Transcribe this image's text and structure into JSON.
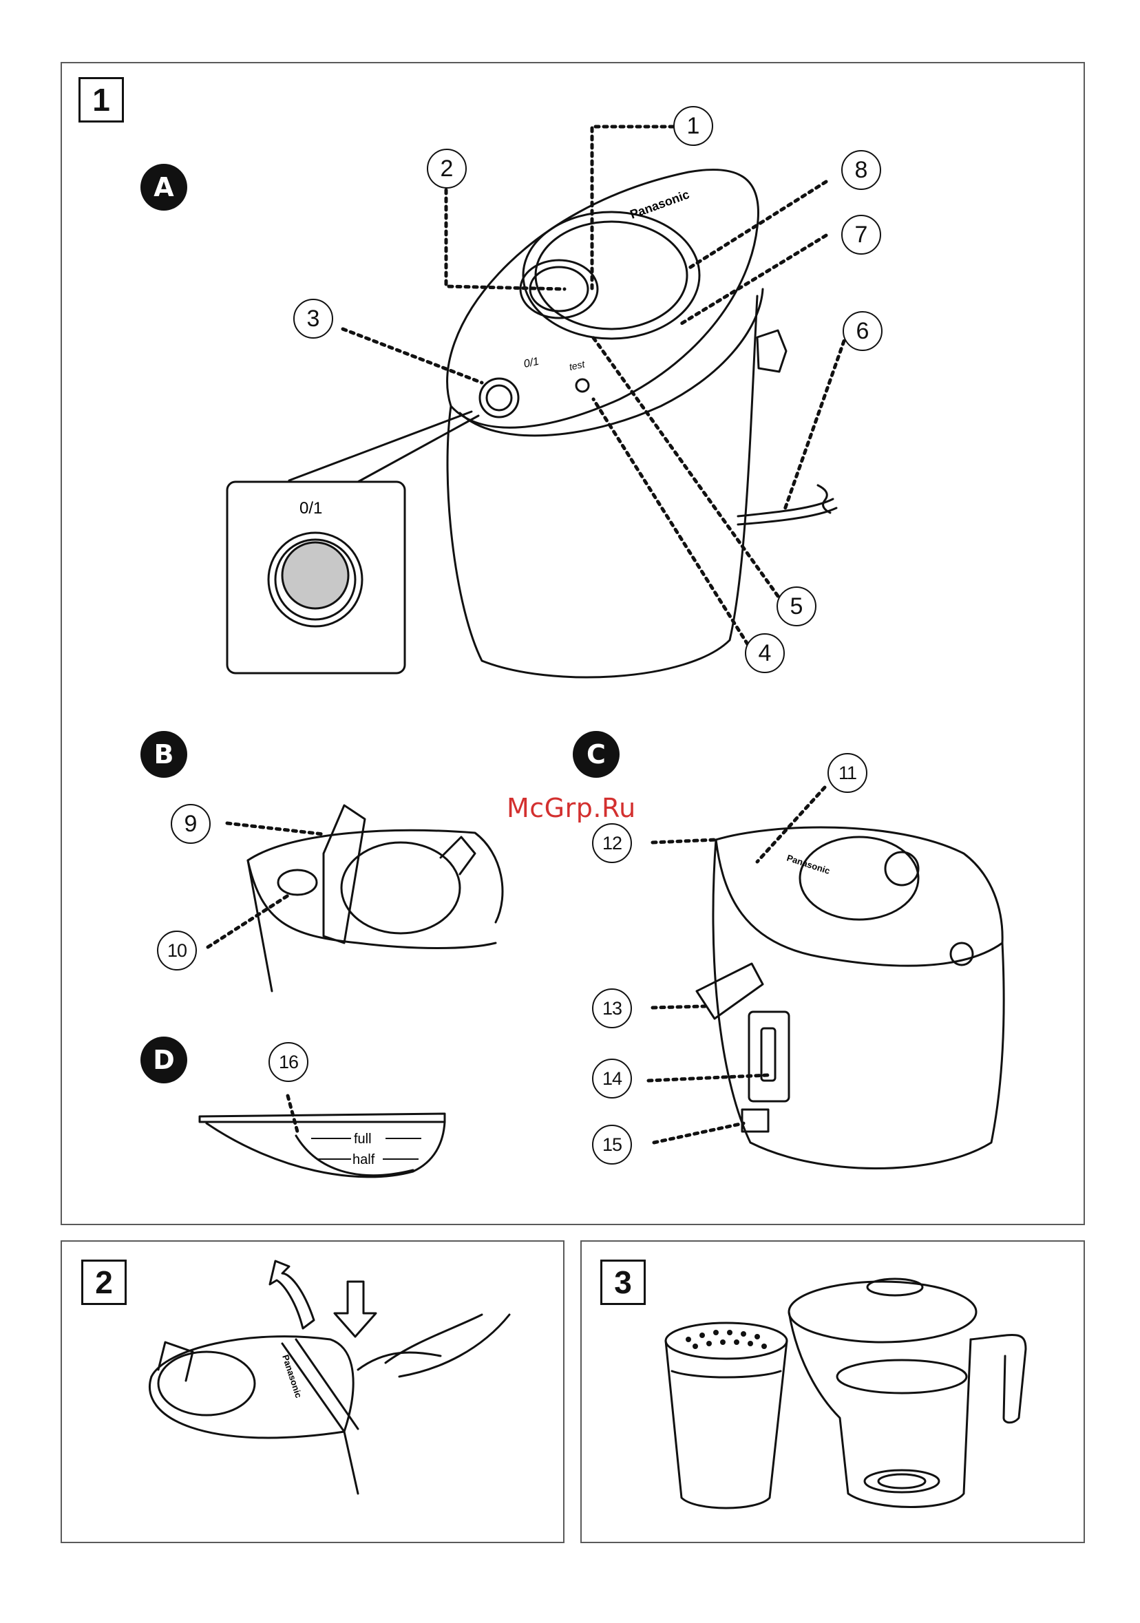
{
  "watermark": "McGrp.Ru",
  "figures": [
    {
      "number": "1"
    },
    {
      "number": "2"
    },
    {
      "number": "3"
    }
  ],
  "sections": {
    "a": "A",
    "b": "B",
    "c": "C",
    "d": "D"
  },
  "callouts": {
    "c1": "1",
    "c2": "2",
    "c3": "3",
    "c4": "4",
    "c5": "5",
    "c6": "6",
    "c7": "7",
    "c8": "8",
    "c9": "9",
    "c10": "10",
    "c11": "11",
    "c12": "12",
    "c13": "13",
    "c14": "14",
    "c15": "15",
    "c16": "16"
  },
  "labels": {
    "power_switch": "0/1",
    "test_button": "test",
    "brand": "Panasonic",
    "full_mark": "full",
    "half_mark": "half"
  },
  "colors": {
    "ink": "#111111",
    "panel_border": "#5a5a5a",
    "watermark": "#d3302f",
    "button_fill": "#c8c8c8"
  }
}
